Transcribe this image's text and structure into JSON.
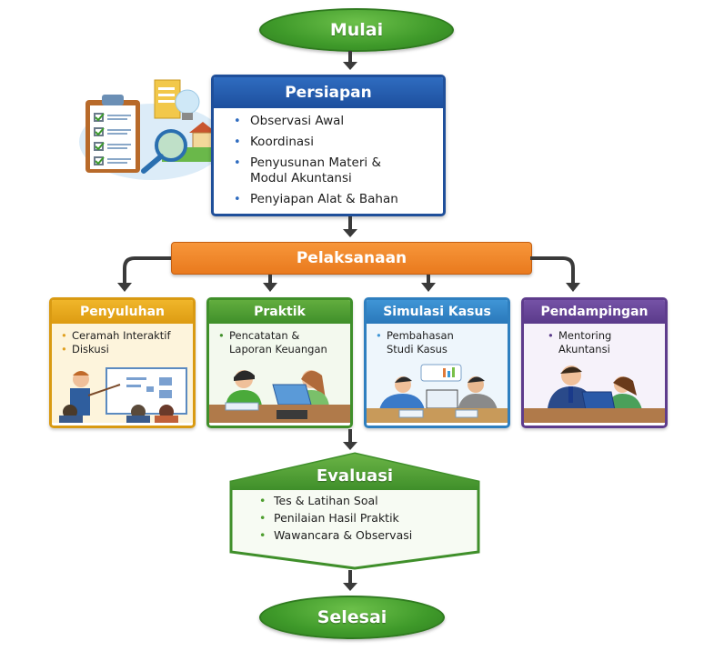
{
  "flow": {
    "start": {
      "label": "Mulai"
    },
    "preparation": {
      "title": "Persiapan",
      "items": [
        "Observasi Awal",
        "Koordinasi",
        "Penyusunan Materi &\nModul Akuntansi",
        "Penyiapan Alat & Bahan"
      ],
      "illustration": "clipboard-checklist-magnifier-icon",
      "color": "#1f4f9a"
    },
    "execution": {
      "title": "Pelaksanaan",
      "color": "#ee8428",
      "activities": [
        {
          "title": "Penyuluhan",
          "color": "#dd9b12",
          "items": [
            "Ceramah Interaktif",
            "Diskusi"
          ],
          "illustration": "presenter-with-audience"
        },
        {
          "title": "Praktik",
          "color": "#3f8f2a",
          "items": [
            "Pencatatan &\nLaporan Keuangan"
          ],
          "illustration": "students-with-laptop"
        },
        {
          "title": "Simulasi Kasus",
          "color": "#2a78ba",
          "items": [
            "Pembahasan\nStudi Kasus"
          ],
          "illustration": "case-discussion-with-charts"
        },
        {
          "title": "Pendampingan",
          "color": "#5a3a8a",
          "items": [
            "Mentoring\nAkuntansi"
          ],
          "illustration": "mentor-with-student"
        }
      ]
    },
    "evaluation": {
      "title": "Evaluasi",
      "color": "#3f8f2a",
      "items": [
        "Tes & Latihan Soal",
        "Penilaian Hasil Praktik",
        "Wawancara & Observasi"
      ]
    },
    "end": {
      "label": "Selesai"
    }
  }
}
